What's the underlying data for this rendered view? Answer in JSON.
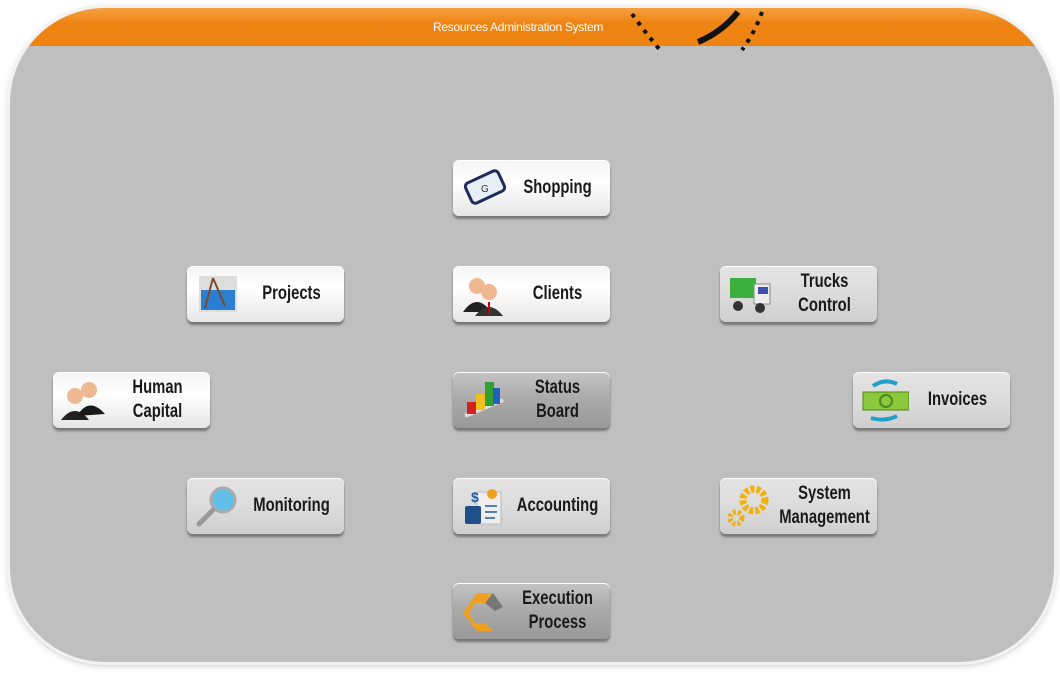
{
  "header": {
    "title": "Resources Administration System"
  },
  "buttons": {
    "shopping": "Shopping",
    "projects": "Projects",
    "clients": "Clients",
    "trucks": "Trucks\nControl",
    "human": "Human\nCapital",
    "status": "Status\nBoard",
    "invoices": "Invoices",
    "monitoring": "Monitoring",
    "accounting": "Accounting",
    "system": "System\nManagement",
    "execution": "Execution\nProcess"
  },
  "colors": {
    "header": "#ee8310",
    "background": "#bfbfbf"
  }
}
